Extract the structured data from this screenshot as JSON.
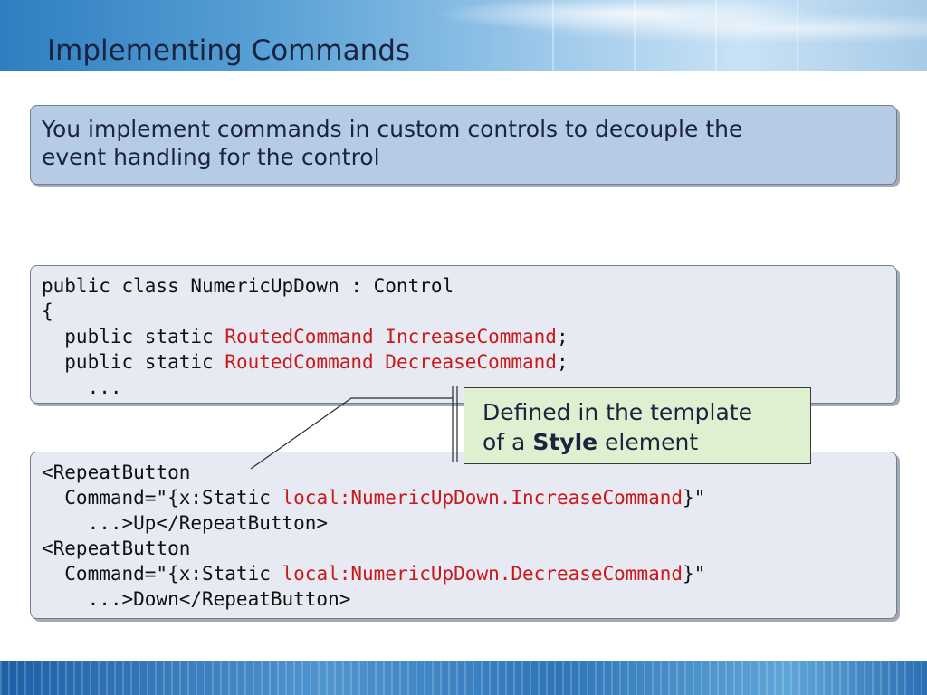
{
  "slide": {
    "title": "Implementing Commands",
    "intro": "You implement commands in custom controls to decouple the\nevent handling for the control"
  },
  "code_block_1": {
    "line1": "public class NumericUpDown : Control",
    "line2": "{",
    "line3_prefix": "  public static ",
    "line3_highlight": "RoutedCommand IncreaseCommand",
    "line3_suffix": ";",
    "line4_prefix": "  public static ",
    "line4_highlight": "RoutedCommand DecreaseCommand",
    "line4_suffix": ";",
    "line5": "    ..."
  },
  "code_block_2": {
    "line1": "<RepeatButton",
    "line2_prefix": "  Command=\"{x:Static ",
    "line2_highlight": "local:NumericUpDown.IncreaseCommand",
    "line2_suffix": "}\"",
    "line3": "    ...>Up</RepeatButton>",
    "line4": "<RepeatButton",
    "line5_prefix": "  Command=\"{x:Static ",
    "line5_highlight": "local:NumericUpDown.DecreaseCommand",
    "line5_suffix": "}\"",
    "line6": "    ...>Down</RepeatButton>"
  },
  "callout": {
    "text_before": "Defined in the template",
    "text_line2_prefix": "of a ",
    "text_bold": "Style",
    "text_line2_suffix": " element"
  },
  "colors": {
    "highlight": "#c81a1a",
    "intro_box": "#b6cbe4",
    "code_box": "#e7eaf2",
    "callout_box": "#dff0d0"
  }
}
